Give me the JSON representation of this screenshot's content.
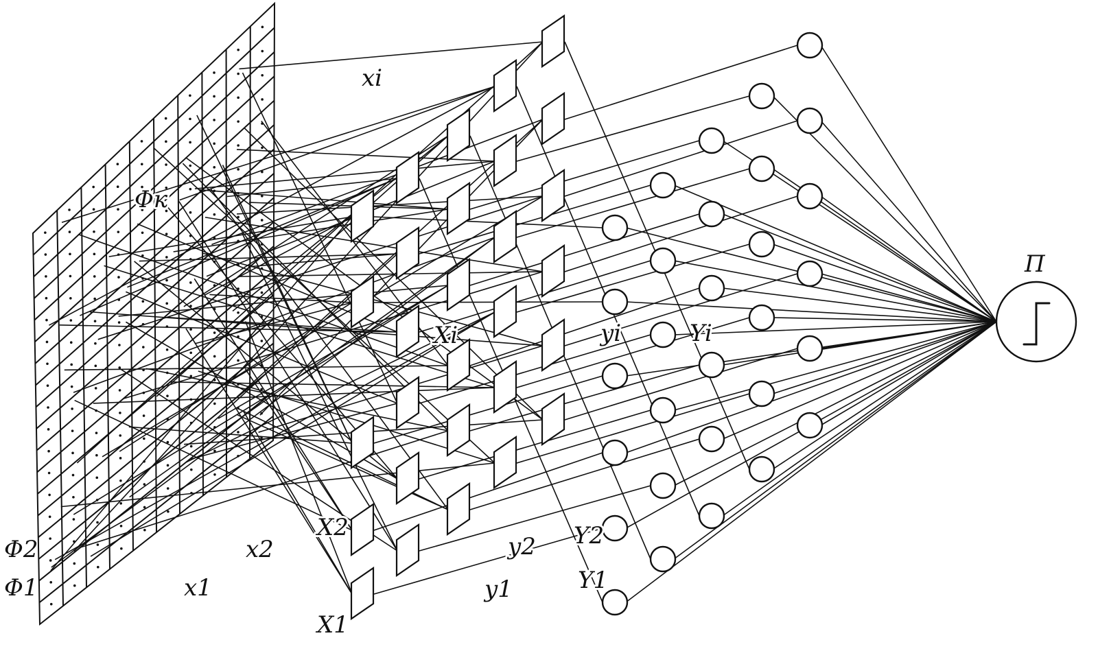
{
  "labels": {
    "phi_2": "Φ2",
    "phi_1": "Φ1",
    "phi_k": "Φк",
    "x_small_i": "xi",
    "x_small_2": "x2",
    "x_small_1": "x1",
    "x_big_i": "Xi",
    "x_big_2": "X2",
    "x_big_1": "X1",
    "y_small_i": "yi",
    "y_small_2": "y2",
    "y_small_1": "y1",
    "y_big_i": "Yi",
    "y_big_2": "Y2",
    "y_big_1": "Y1",
    "output": "П"
  }
}
